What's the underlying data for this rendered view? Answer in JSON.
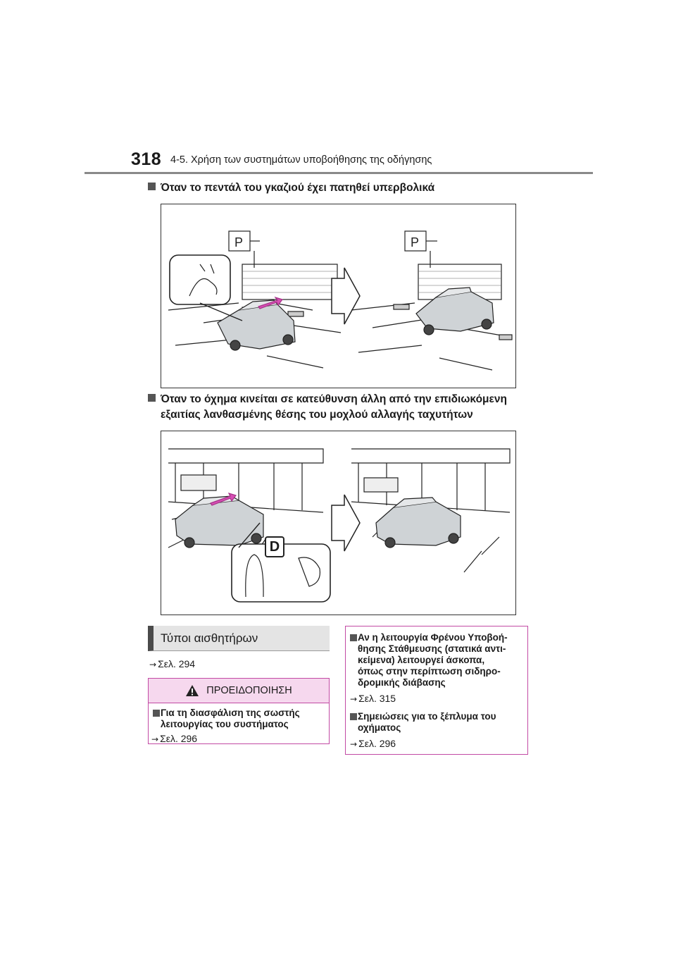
{
  "header": {
    "page_number": "318",
    "chapter": "4-5. Χρήση των συστημάτων υποβοήθησης της οδήγησης"
  },
  "section1": {
    "heading": "Όταν το πεντάλ του γκαζιού έχει πατηθεί υπερβολικά"
  },
  "section2": {
    "heading_line1": "Όταν το όχημα κινείται σε κατεύθυνση άλλη από την επιδιωκόμενη",
    "heading_line2": "εξαιτίας λανθασμένης θέσης του μοχλού αλλαγής ταχυτήτων",
    "gear_label": "D"
  },
  "sensor_types": {
    "title": "Τύποι αισθητήρων",
    "ref": "Σελ. 294"
  },
  "warning": {
    "title": "ΠΡΟΕΙΔΟΠΟΙΗΣΗ",
    "item": "Για τη διασφάλιση της σωστής λειτουργίας του συστήματος",
    "ref": "Σελ. 296"
  },
  "notes": {
    "item1_lines": [
      "Αν η λειτουργία Φρένου Υποβοή-",
      "θησης Στάθμευσης (στατικά αντι-",
      "κείμενα) λειτουργεί άσκοπα,",
      "όπως στην περίπτωση σιδηρο-",
      "δρομικής διάβασης"
    ],
    "item1_ref": "Σελ. 315",
    "item2_lines": [
      "Σημειώσεις για το ξέπλυμα του",
      "οχήματος"
    ],
    "item2_ref": "Σελ. 296"
  },
  "colors": {
    "accent_pink": "#c24aa4",
    "warning_fill": "#f6d8ee",
    "title_bar": "#e4e4e4"
  }
}
